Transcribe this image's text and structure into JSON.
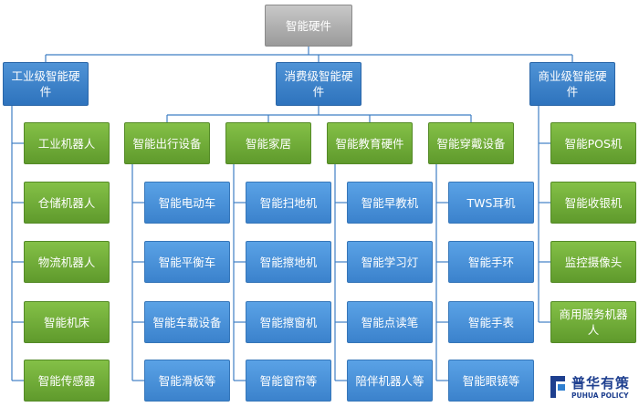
{
  "root": {
    "label": "智能硬件"
  },
  "industrial": {
    "label": "工业级智能硬件",
    "children": [
      "工业机器人",
      "仓储机器人",
      "物流机器人",
      "智能机床",
      "智能传感器"
    ]
  },
  "consumer": {
    "label": "消费级智能硬件",
    "groups": [
      {
        "label": "智能出行设备",
        "children": [
          "智能电动车",
          "智能平衡车",
          "智能车载设备",
          "智能滑板等"
        ]
      },
      {
        "label": "智能家居",
        "children": [
          "智能扫地机",
          "智能擦地机",
          "智能擦窗机",
          "智能窗帘等"
        ]
      },
      {
        "label": "智能教育硬件",
        "children": [
          "智能早教机",
          "智能学习灯",
          "智能点读笔",
          "陪伴机器人等"
        ]
      },
      {
        "label": "智能穿戴设备",
        "children": [
          "TWS耳机",
          "智能手环",
          "智能手表",
          "智能眼镜等"
        ]
      }
    ]
  },
  "commercial": {
    "label": "商业级智能硬件",
    "children": [
      "智能POS机",
      "智能收银机",
      "监控摄像头",
      "商用服务机器人"
    ]
  },
  "logo": {
    "cn": "普华有策",
    "en": "PUHUA POLICY"
  },
  "colors": {
    "gray": "#a9a9a9",
    "blue_dark": "#3a7fc8",
    "green": "#72ad3a",
    "blue_light": "#4a92da",
    "line": "#3f7fc4"
  }
}
